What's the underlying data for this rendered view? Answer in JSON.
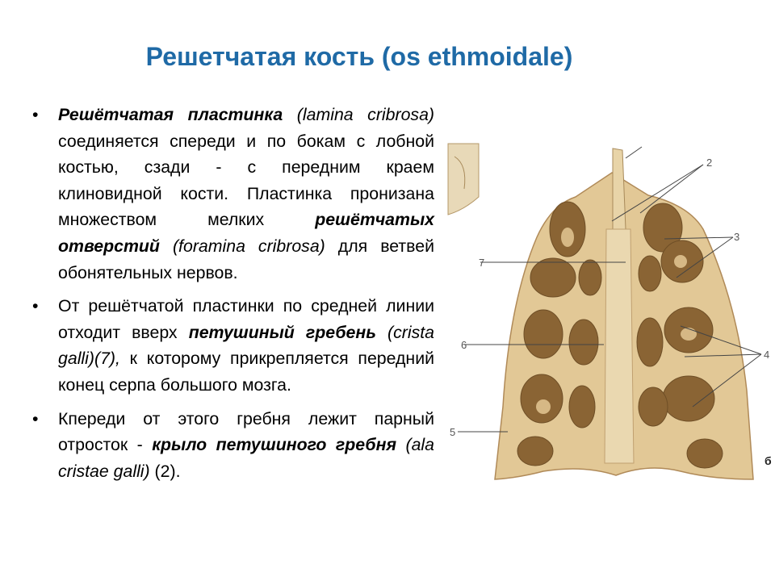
{
  "slide": {
    "title": "Решетчатая кость (os ethmoidale)"
  },
  "bullets": [
    {
      "parts": [
        {
          "t": "Решётчатая пластинка",
          "s": "b"
        },
        {
          "t": " (lamina cribrosa)",
          "s": "i"
        },
        {
          "t": " соединяется спереди и по бокам с лобной костью, сзади - с передним краем клиновидной кости. Пластинка пронизана множеством мелких ",
          "s": ""
        },
        {
          "t": "решётчатых отверстий",
          "s": "b"
        },
        {
          "t": " (foramina cribrosa)",
          "s": "i"
        },
        {
          "t": " для ветвей обонятельных нервов.",
          "s": ""
        }
      ]
    },
    {
      "parts": [
        {
          "t": "От решётчатой пластинки по средней линии отходит вверх ",
          "s": ""
        },
        {
          "t": "петушиный гребень",
          "s": "b"
        },
        {
          "t": " (crista galli)(7),",
          "s": "i"
        },
        {
          "t": " к которому прикрепляется передний конец серпа большого мозга.",
          "s": ""
        }
      ]
    },
    {
      "parts": [
        {
          "t": "Кпереди от этого гребня лежит парный отросток - ",
          "s": ""
        },
        {
          "t": "крыло петушиного гребня",
          "s": "b"
        },
        {
          "t": " (ala cristae galli)",
          "s": "i"
        },
        {
          "t": " (2).",
          "s": ""
        }
      ]
    }
  ],
  "figure": {
    "labels": {
      "l2": "2",
      "l3": "3",
      "l4": "4",
      "l5": "5",
      "l6": "6",
      "l7": "7",
      "letter": "б"
    },
    "colors": {
      "bone": "#e2c896",
      "bone_dark": "#c9a66e",
      "cell": "#8a6434",
      "cell_light": "#b08a58"
    }
  }
}
